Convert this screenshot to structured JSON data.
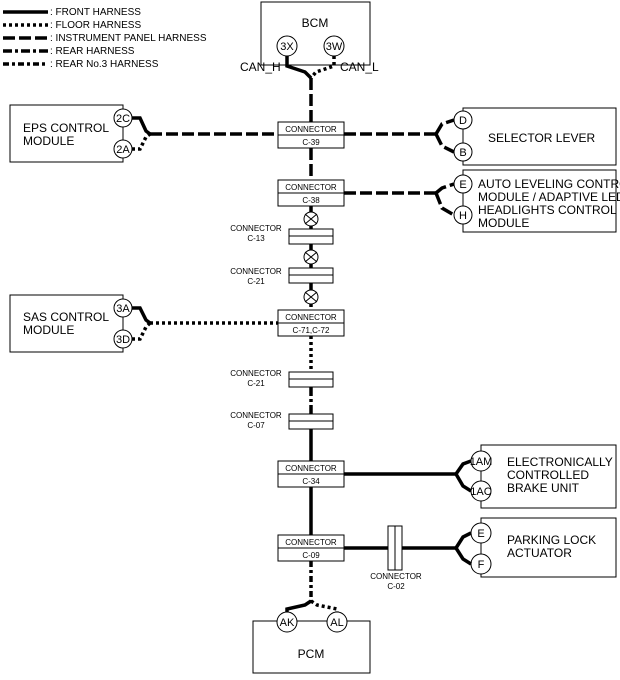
{
  "legend": [
    {
      "label": ": FRONT HARNESS",
      "style": "front"
    },
    {
      "label": ": FLOOR HARNESS",
      "style": "floor"
    },
    {
      "label": ": INSTRUMENT PANEL HARNESS",
      "style": "ip"
    },
    {
      "label": ": REAR HARNESS",
      "style": "rear"
    },
    {
      "label": ": REAR No.3 HARNESS",
      "style": "rear3"
    }
  ],
  "modules": {
    "bcm": {
      "name": "BCM",
      "pin_left": "3X",
      "pin_right": "3W",
      "can_h": "CAN_H",
      "can_l": "CAN_L"
    },
    "eps": {
      "line1": "EPS CONTROL",
      "line2": "MODULE",
      "pin_top": "2C",
      "pin_bottom": "2A"
    },
    "selector": {
      "name": "SELECTOR LEVER",
      "pin_top": "D",
      "pin_bottom": "B"
    },
    "auto_leveling": {
      "line1": "AUTO LEVELING CONTROL",
      "line2": "MODULE / ADAPTIVE LED",
      "line3": "HEADLIGHTS CONTROL",
      "line4": "MODULE",
      "pin_top": "E",
      "pin_bottom": "H"
    },
    "sas": {
      "line1": "SAS CONTROL",
      "line2": "MODULE",
      "pin_top": "3A",
      "pin_bottom": "3D"
    },
    "brake": {
      "line1": "ELECTRONICALLY",
      "line2": "CONTROLLED",
      "line3": "BRAKE UNIT",
      "pin_top": "1AM",
      "pin_bottom": "1AC"
    },
    "parking": {
      "line1": "PARKING LOCK",
      "line2": "ACTUATOR",
      "pin_top": "E",
      "pin_bottom": "F"
    },
    "pcm": {
      "name": "PCM",
      "pin_left": "AK",
      "pin_right": "AL"
    }
  },
  "connectors": {
    "c39": {
      "label": "CONNECTOR",
      "code": "C-39"
    },
    "c38": {
      "label": "CONNECTOR",
      "code": "C-38"
    },
    "c13": {
      "label": "CONNECTOR",
      "code": "C-13"
    },
    "c21a": {
      "label": "CONNECTOR",
      "code": "C-21"
    },
    "c71": {
      "label": "CONNECTOR",
      "code": "C-71,C-72"
    },
    "c21b": {
      "label": "CONNECTOR",
      "code": "C-21"
    },
    "c07": {
      "label": "CONNECTOR",
      "code": "C-07"
    },
    "c34": {
      "label": "CONNECTOR",
      "code": "C-34"
    },
    "c09": {
      "label": "CONNECTOR",
      "code": "C-09"
    },
    "c02": {
      "label": "CONNECTOR",
      "code": "C-02"
    }
  }
}
